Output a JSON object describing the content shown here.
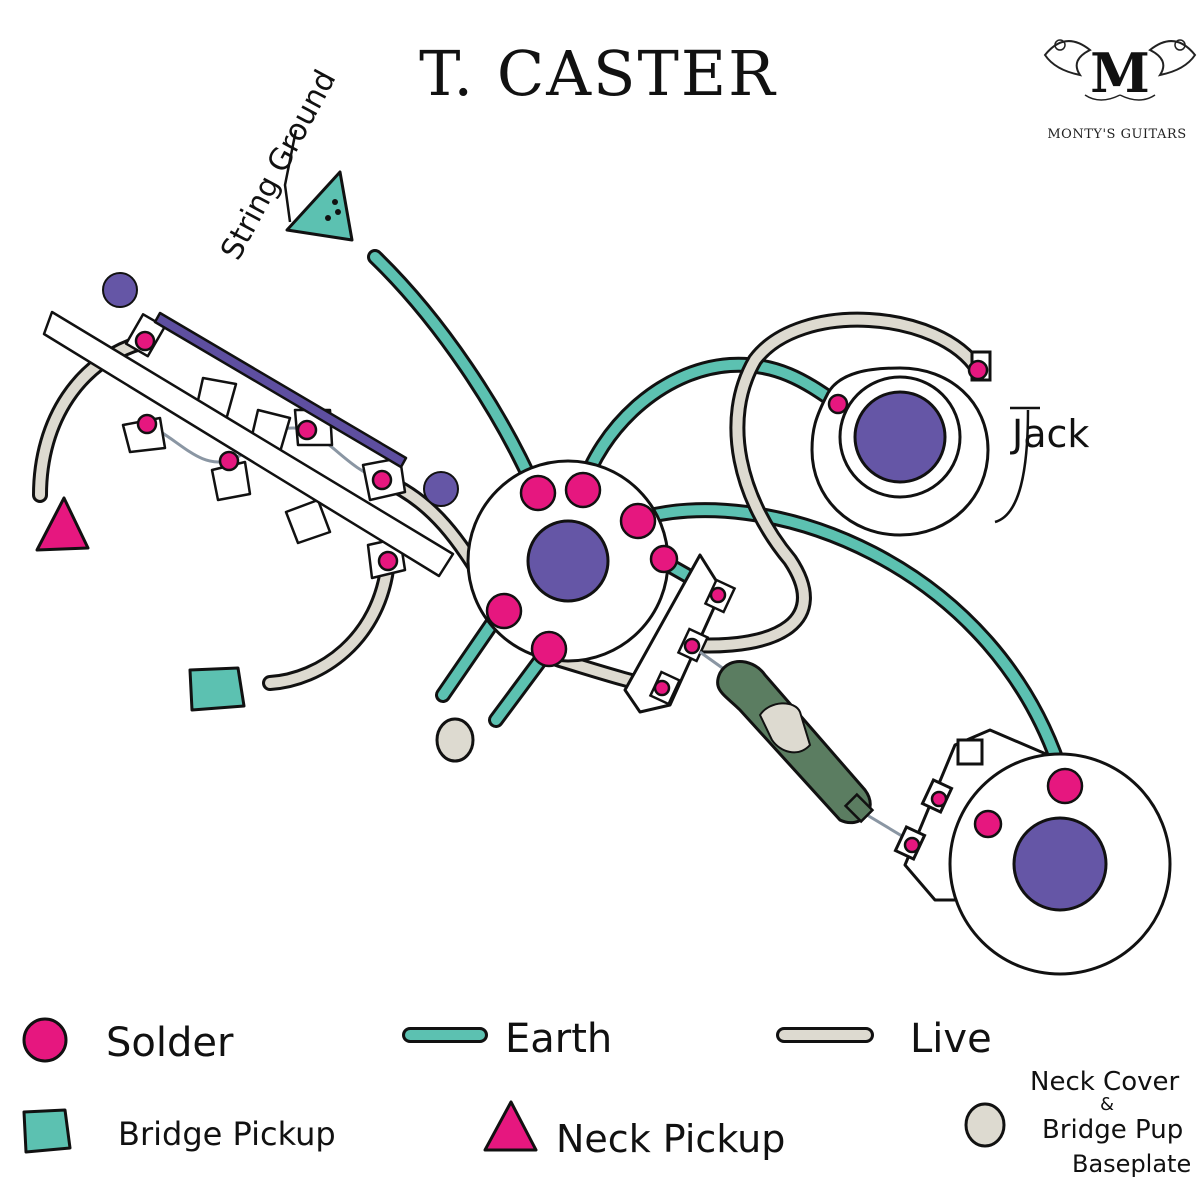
{
  "title": "T. CASTER",
  "logo": {
    "letter": "M",
    "name": "MONTY'S GUITARS"
  },
  "labels": {
    "string_ground": "String Ground",
    "jack": "Jack"
  },
  "legend": {
    "solder": "Solder",
    "earth": "Earth",
    "live": "Live",
    "bridge_pickup": "Bridge Pickup",
    "neck_pickup": "Neck Pickup",
    "neck_cover_line1": "Neck Cover",
    "neck_cover_line2": "&",
    "neck_cover_line3": "Bridge Pup",
    "neck_cover_line4": "Baseplate"
  },
  "colors": {
    "solder": "#e6177f",
    "earth": "#5cc1b1",
    "live": "#dddad0",
    "pot_center": "#6556a6",
    "switch_bar": "#5e4fa0",
    "capacitor": "#5b7d61",
    "outline": "#111111"
  }
}
